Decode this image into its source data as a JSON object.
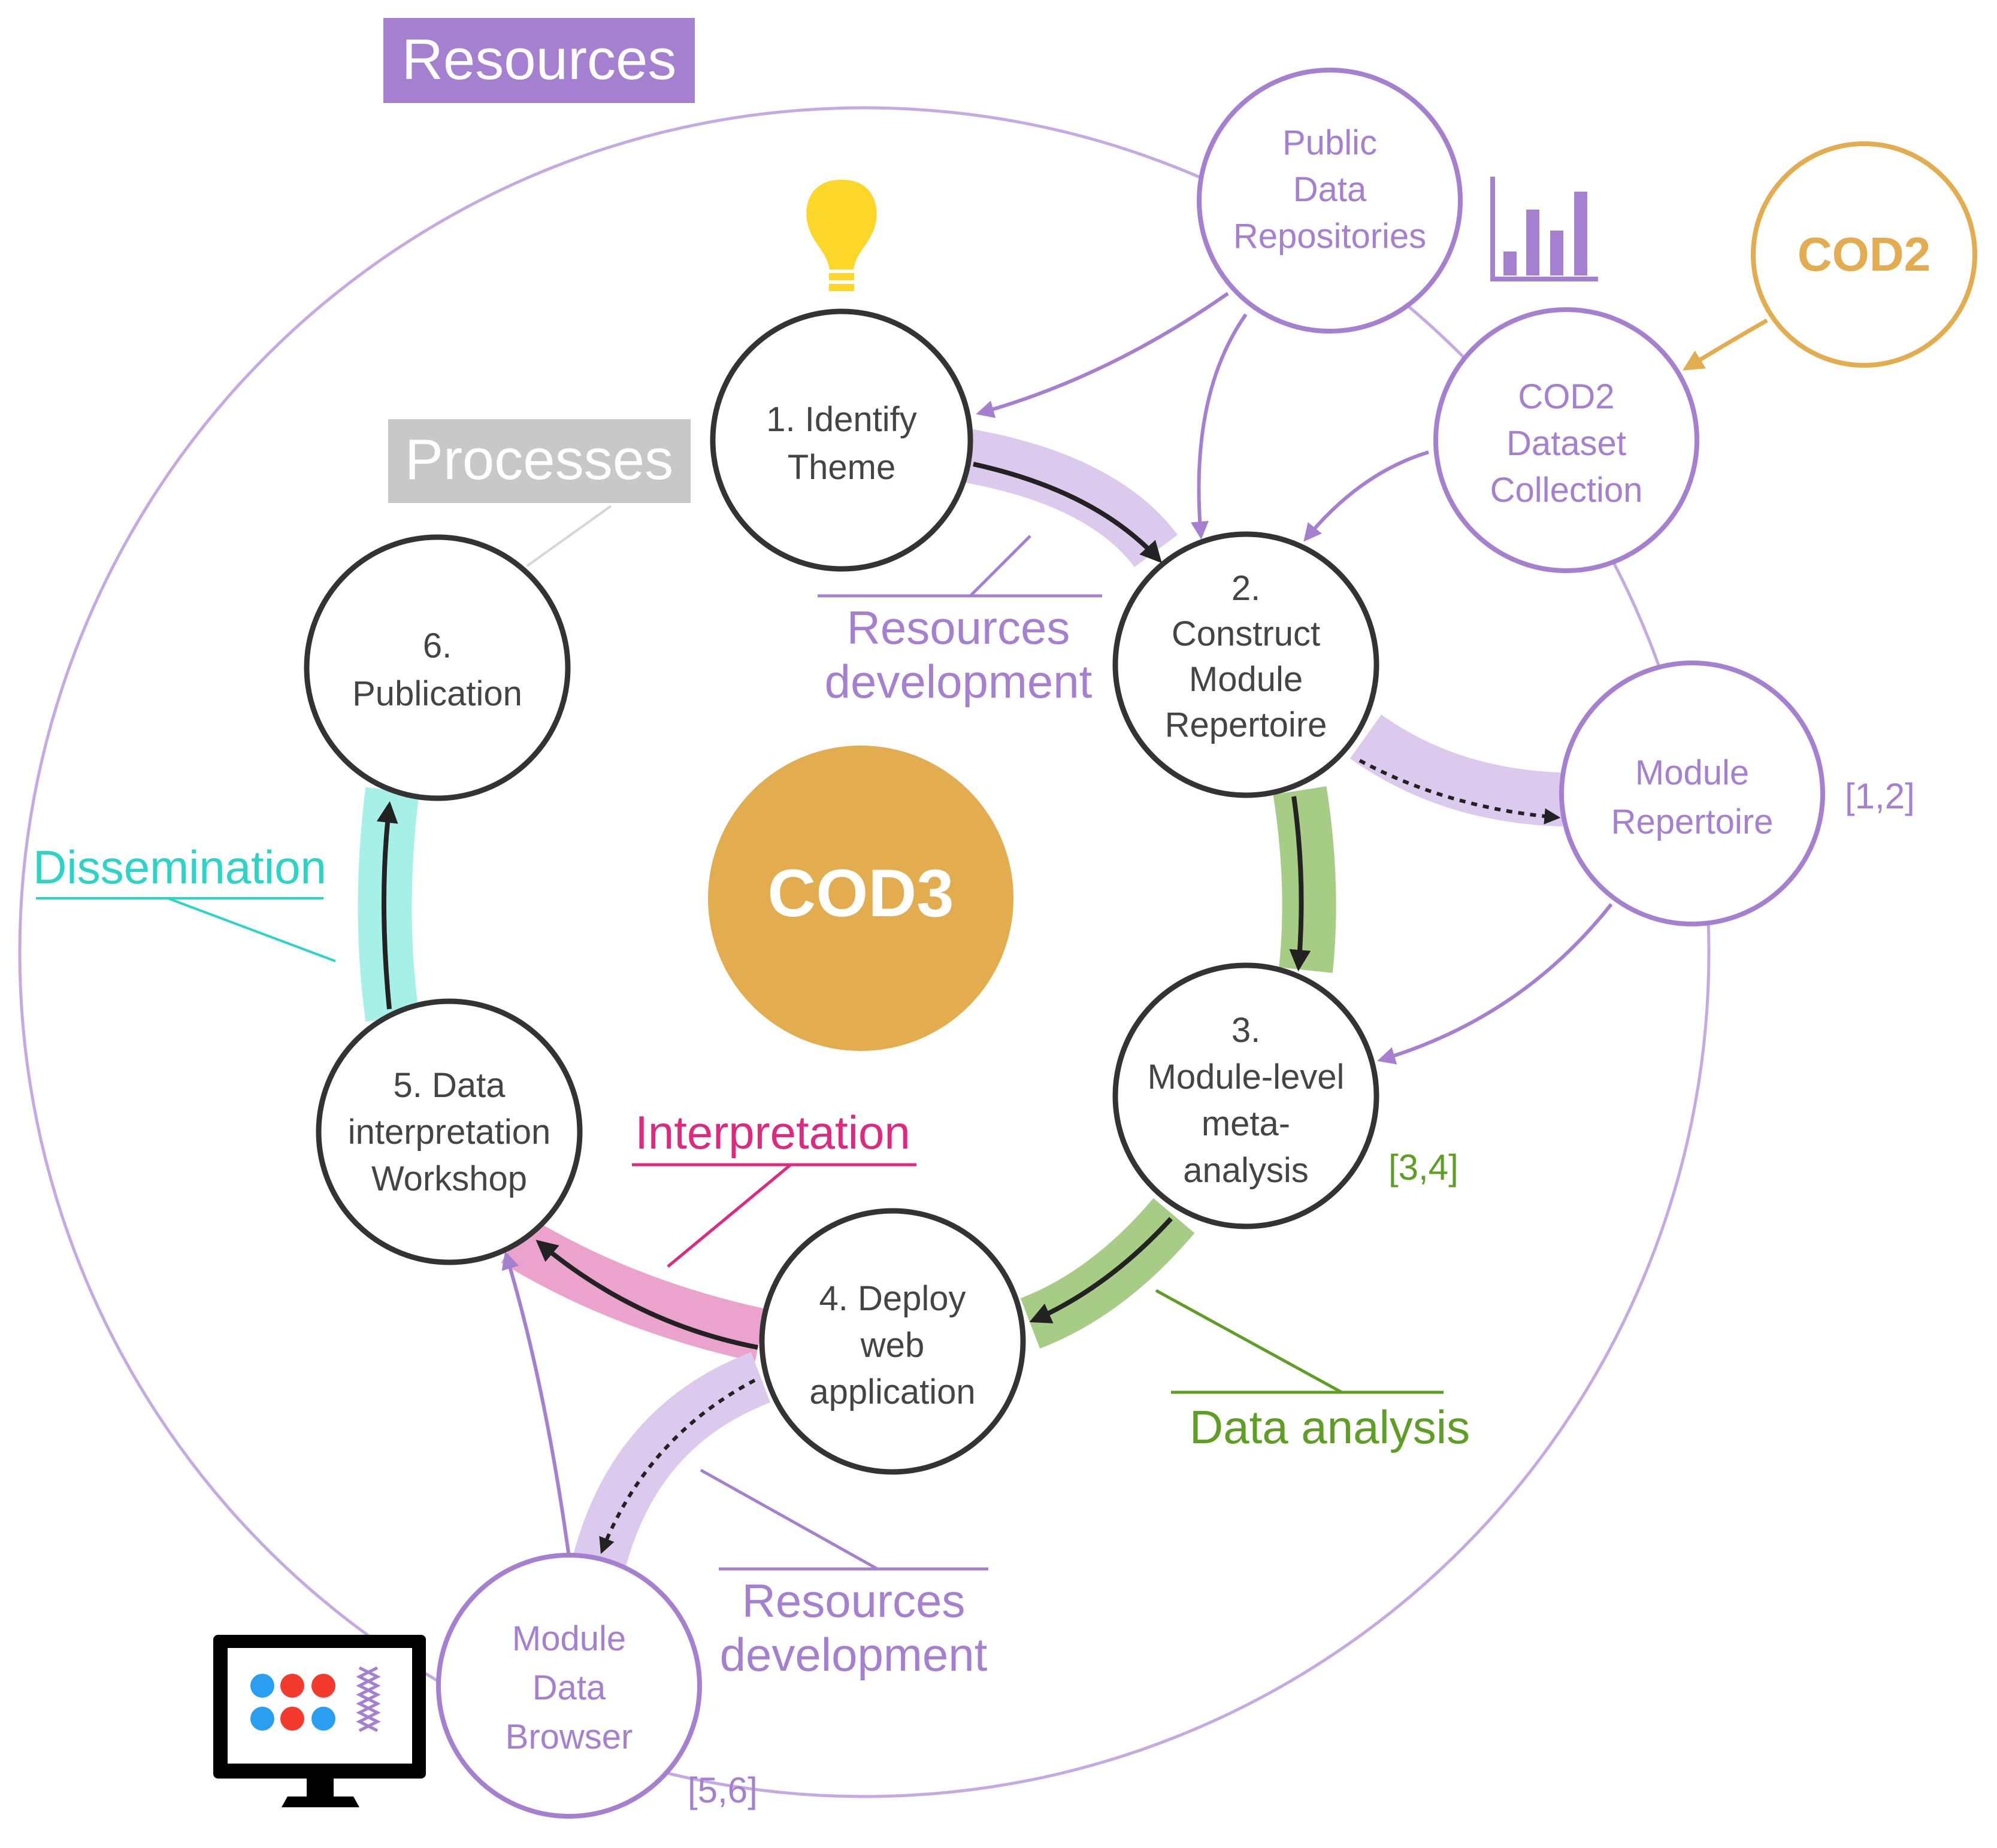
{
  "title_labels": {
    "resources": "Resources",
    "processes": "Processes"
  },
  "center": {
    "label": "COD3"
  },
  "external_source": {
    "label": "COD2"
  },
  "steps": {
    "s1": [
      "1. Identify",
      "Theme"
    ],
    "s2": [
      "2.",
      "Construct",
      "Module",
      "Repertoire"
    ],
    "s3": [
      "3.",
      "Module-level",
      "meta-",
      "analysis"
    ],
    "s4": [
      "4. Deploy",
      "web",
      "application"
    ],
    "s5": [
      "5. Data",
      "interpretation",
      "Workshop"
    ],
    "s6": [
      "6.",
      "Publication"
    ]
  },
  "resource_nodes": {
    "public_data": [
      "Public",
      "Data",
      "Repositories"
    ],
    "cod2_dataset": [
      "COD2",
      "Dataset",
      "Collection"
    ],
    "module_repertoire": [
      "Module",
      "Repertoire"
    ],
    "module_browser": [
      "Module",
      "Data",
      "Browser"
    ]
  },
  "phase_labels": {
    "resources_dev_top": [
      "Resources",
      "development"
    ],
    "resources_dev_bottom": [
      "Resources",
      "development"
    ],
    "data_analysis": "Data analysis",
    "interpretation": "Interpretation",
    "dissemination": "Dissemination"
  },
  "references": {
    "module_repertoire": "[1,2]",
    "meta_analysis": "[3,4]",
    "browser": "[5,6]"
  },
  "colors": {
    "resources_purple": "#a57fd0",
    "resources_band": "#dccaee",
    "analysis_green": "#5e9e24",
    "analysis_band": "#a6cc85",
    "interpretation_pink": "#e0287f",
    "interpretation_band": "#eba3cd",
    "dissemination_teal": "#2ad4c6",
    "dissemination_band": "#a7f0e8",
    "cod_gold": "#e3ac4f",
    "processes_gray": "#c8c8c8",
    "step_outline": "#333333",
    "lightbulb": "#fcd72a"
  },
  "icons": [
    "lightbulb-icon",
    "bar-chart-icon",
    "monitor-icon"
  ]
}
